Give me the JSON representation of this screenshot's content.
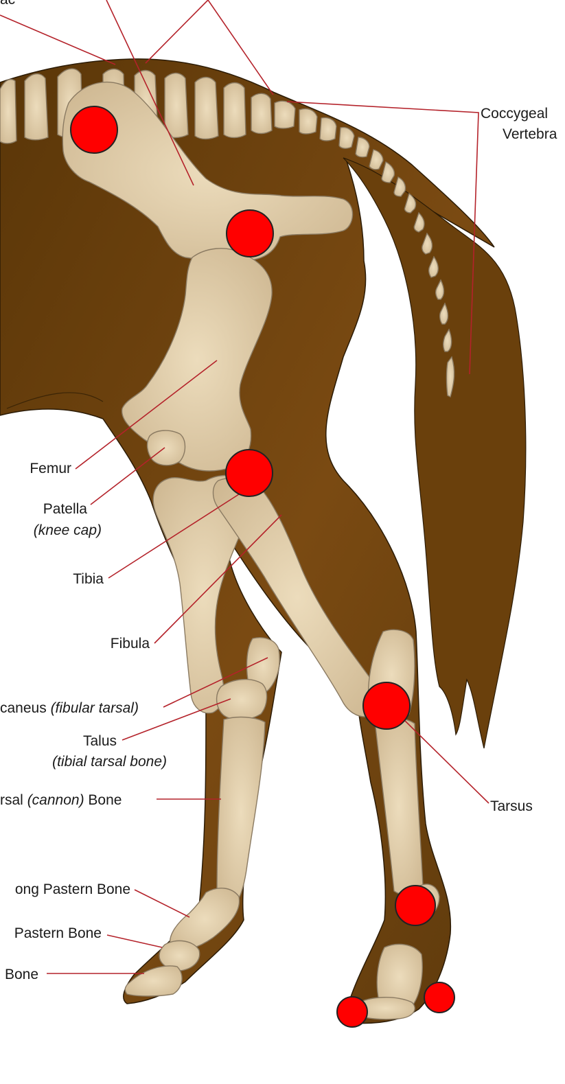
{
  "labels": {
    "sacral_fragment": "ac",
    "coccygeal_line1": "Coccygeal",
    "coccygeal_line2": "Vertebra",
    "femur": "Femur",
    "patella": "Patella",
    "patella_note": "(knee cap)",
    "tibia": "Tibia",
    "fibula": "Fibula",
    "calcaneus": "caneus",
    "calcaneus_note": "(fibular tarsal)",
    "talus": "Talus",
    "talus_note": "(tibial tarsal bone)",
    "metatarsal_prefix": "rsal",
    "metatarsal_note": "(cannon)",
    "metatarsal_suffix": "Bone",
    "tarsus": "Tarsus",
    "long_pastern": "ong Pastern Bone",
    "short_pastern": "Pastern Bone",
    "coffin": "Bone"
  },
  "colors": {
    "coat": "#6b4210",
    "bone": "#e2cfab",
    "bone_outline": "#8a7a62",
    "leader_line": "#b4222a",
    "joint_marker": "#ff0000"
  },
  "joint_markers": [
    "hip",
    "stifle",
    "hock",
    "upper-hock",
    "fetlock",
    "hind-hoof",
    "front-heel"
  ]
}
